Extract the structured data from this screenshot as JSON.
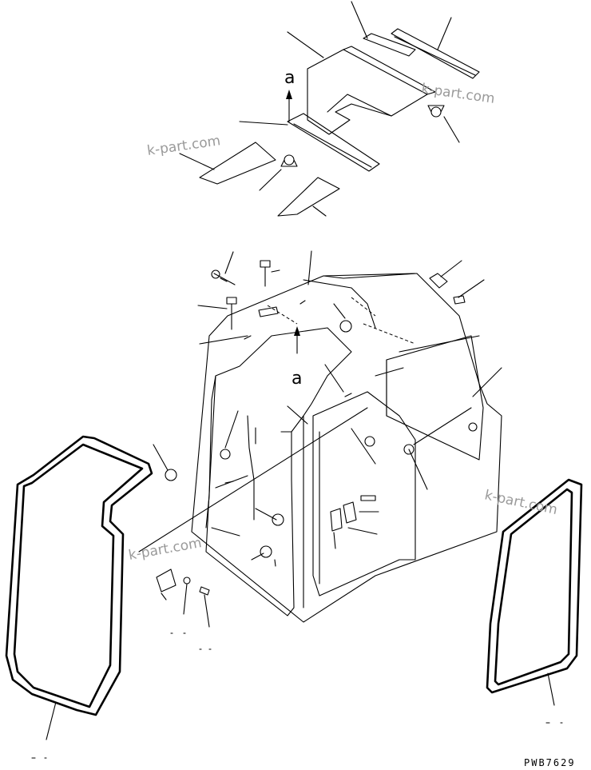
{
  "drawing_code": "PWB7629",
  "view_marker": "a",
  "watermarks": [
    "k-part.com",
    "k-part.com",
    "k-part.com",
    "k-part.com"
  ],
  "colors": {
    "line": "#000000",
    "watermark": "#9a9a9a",
    "background": "#ffffff"
  }
}
